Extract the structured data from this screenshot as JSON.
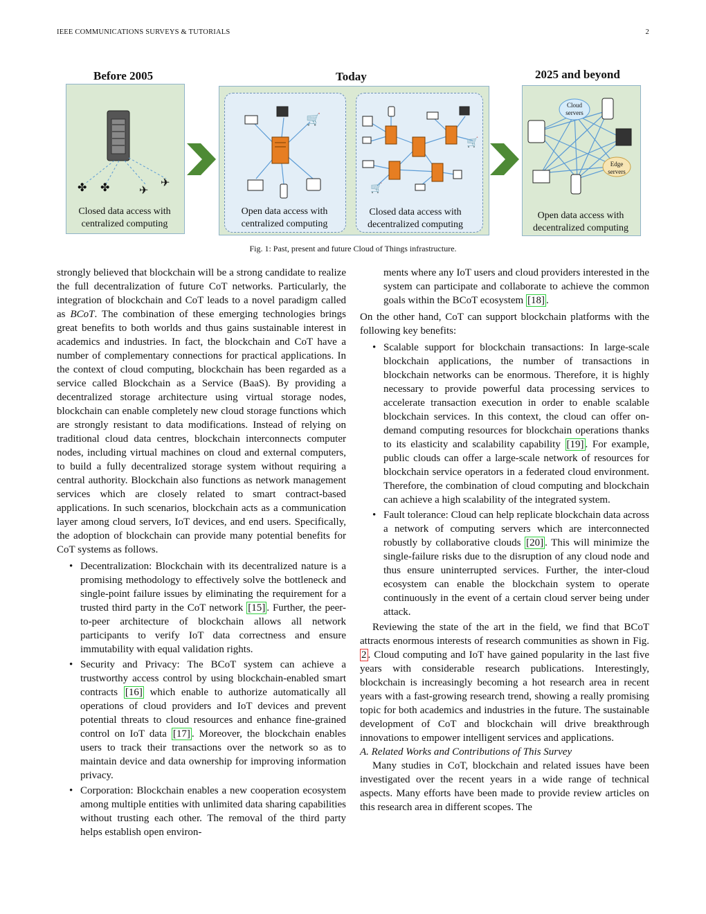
{
  "header": {
    "journal": "IEEE COMMUNICATIONS SURVEYS & TUTORIALS",
    "page": "2"
  },
  "figure": {
    "titles": {
      "before": "Before 2005",
      "today": "Today",
      "future": "2025 and beyond"
    },
    "captions": {
      "before": [
        "Closed data access with",
        "centralized computing"
      ],
      "today_open": [
        "Open data access with",
        "centralized computing"
      ],
      "today_closed": [
        "Closed data access with",
        "decentralized computing"
      ],
      "future": [
        "Open data access with",
        "decentralized computing"
      ]
    },
    "labels": {
      "cloud": [
        "Cloud",
        "servers"
      ],
      "edge": [
        "Edge",
        "servers"
      ]
    },
    "caption": "Fig. 1: Past, present and future Cloud of Things infrastructure.",
    "colors": {
      "panel": "#dbe9d3",
      "subpanel": "#e3eef7",
      "arrow": "#4e8a35",
      "server": "#e67e22",
      "link": "#5b9bd5"
    }
  },
  "left": {
    "p1": [
      "strongly believed that blockchain will be a strong candidate to realize the full decentralization of future CoT networks. Particularly, the integration of blockchain and CoT leads to a novel paradigm called as ",
      "BCoT",
      ". The combination of these emerging technologies brings great benefits to both worlds and thus gains sustainable interest in academics and industries. In fact, the blockchain and CoT have a number of complementary connections for practical applications. In the context of cloud computing, blockchain has been regarded as a service called Blockchain as a Service (BaaS). By providing a decentralized storage architecture using virtual storage nodes, blockchain can enable completely new cloud storage functions which are strongly resistant to data modifications. Instead of relying on traditional cloud data centres, blockchain interconnects computer nodes, including virtual machines on cloud and external computers, to build a fully decentralized storage system without requiring a central authority. Blockchain also functions as network management services which are closely related to smart contract-based applications. In such scenarios, blockchain acts as a communication layer among cloud servers, IoT devices, and end users. Specifically, the adoption of blockchain can provide many potential benefits for CoT systems as follows."
    ],
    "b1": [
      "Decentralization: Blockchain with its decentralized nature is a promising methodology to effectively solve the bottleneck and single-point failure issues by eliminating the requirement for a trusted third party in the CoT network ",
      "[15]",
      ". Further, the peer-to-peer architecture of blockchain allows all network participants to verify IoT data correctness and ensure immutability with equal validation rights."
    ],
    "b2": [
      "Security and Privacy: The BCoT system can achieve a trustworthy access control by using blockchain-enabled smart contracts ",
      "[16]",
      " which enable to authorize automatically all operations of cloud providers and IoT devices and prevent potential threats to cloud resources and enhance fine-grained control on IoT data ",
      "[17]",
      ". Moreover, the blockchain enables users to track their transactions over the network so as to maintain device and data ownership for improving information privacy."
    ],
    "b3": "Corporation: Blockchain enables a new cooperation ecosystem among multiple entities with unlimited data sharing capabilities without trusting each other. The removal of the third party helps establish open environ-"
  },
  "right": {
    "cont": [
      "ments where any IoT users and cloud providers interested in the system can participate and collaborate to achieve the common goals within the BCoT ecosystem ",
      "[18]",
      "."
    ],
    "p1": "On the other hand, CoT can support blockchain platforms with the following key benefits:",
    "b1": [
      "Scalable support for blockchain transactions: In large-scale blockchain applications, the number of transactions in blockchain networks can be enormous. Therefore, it is highly necessary to provide powerful data processing services to accelerate transaction execution in order to enable scalable blockchain services. In this context, the cloud can offer on-demand computing resources for blockchain operations thanks to its elasticity and scalability capability ",
      "[19]",
      ". For example, public clouds can offer a large-scale network of resources for blockchain service operators in a federated cloud environment. Therefore, the combination of cloud computing and blockchain can achieve a high scalability of the integrated system."
    ],
    "b2": [
      "Fault tolerance: Cloud can help replicate blockchain data across a network of computing servers which are interconnected robustly by collaborative clouds ",
      "[20]",
      ". This will minimize the single-failure risks due to the disruption of any cloud node and thus ensure uninterrupted services. Further, the inter-cloud ecosystem can enable the blockchain system to operate continuously in the event of a certain cloud server being under attack."
    ],
    "p2": [
      "Reviewing the state of the art in the field, we find that BCoT attracts enormous interests of research communities as shown in Fig. ",
      "2",
      ". Cloud computing and IoT have gained popularity in the last five years with considerable research publications. Interestingly, blockchain is increasingly becoming a hot research area in recent years with a fast-growing research trend, showing a really promising topic for both academics and industries in the future. The sustainable development of CoT and blockchain will drive breakthrough innovations to empower intelligent services and applications."
    ],
    "section": "A.   Related Works and Contributions of This Survey",
    "p3": "Many studies in CoT, blockchain and related issues have been investigated over the recent years in a wide range of technical aspects. Many efforts have been made to provide review articles on this research area in different scopes. The"
  }
}
